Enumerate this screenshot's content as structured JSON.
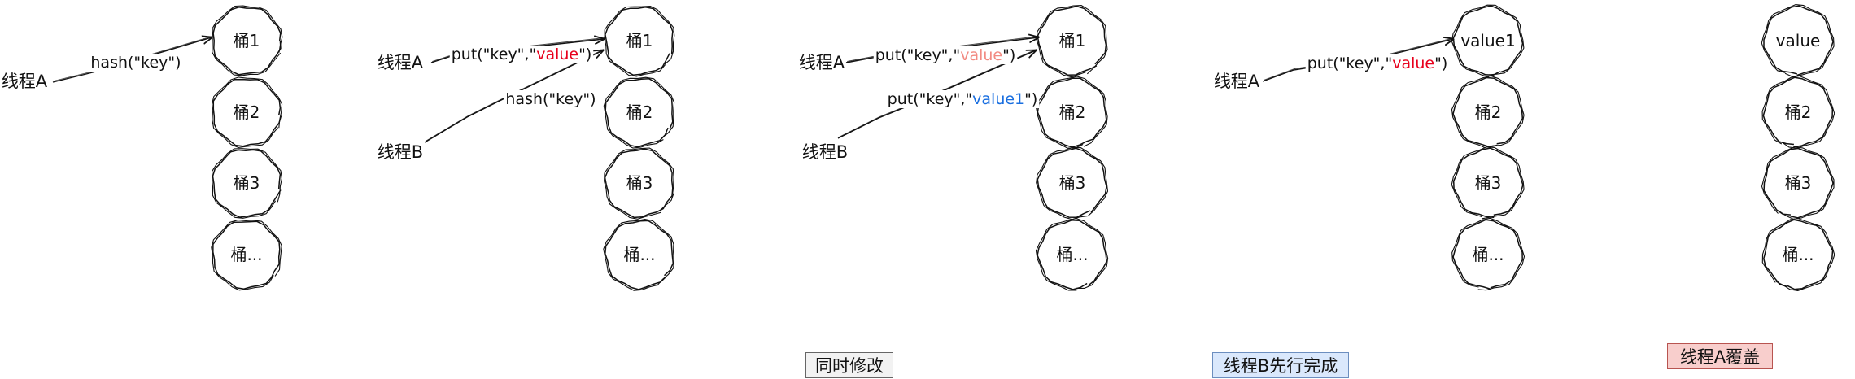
{
  "colors": {
    "red": "#e8001c",
    "pink": "#f28b82",
    "blue": "#1a6fe0",
    "caption_gray_bg": "#f2f2f2",
    "caption_blue_bg": "#dae8fc",
    "caption_red_bg": "#f8cecc"
  },
  "panels": [
    {
      "buckets": [
        {
          "label": "桶1"
        },
        {
          "label": "桶2"
        },
        {
          "label": "桶3"
        },
        {
          "label": "桶..."
        }
      ],
      "threads": [
        {
          "label": "线程A"
        }
      ],
      "ops": [
        {
          "parts": [
            {
              "text": "hash(\"key\")",
              "color": "#111111"
            }
          ]
        }
      ]
    },
    {
      "buckets": [
        {
          "label": "桶1"
        },
        {
          "label": "桶2"
        },
        {
          "label": "桶3"
        },
        {
          "label": "桶..."
        }
      ],
      "threads": [
        {
          "label": "线程A"
        },
        {
          "label": "线程B"
        }
      ],
      "ops": [
        {
          "parts": [
            {
              "text": "put(\"key\",\"",
              "color": "#111111"
            },
            {
              "text": "value",
              "color": "#e8001c"
            },
            {
              "text": "\")",
              "color": "#111111"
            }
          ]
        },
        {
          "parts": [
            {
              "text": "hash(\"key\")",
              "color": "#111111"
            }
          ]
        }
      ]
    },
    {
      "buckets": [
        {
          "label": "桶1"
        },
        {
          "label": "桶2"
        },
        {
          "label": "桶3"
        },
        {
          "label": "桶..."
        }
      ],
      "threads": [
        {
          "label": "线程A"
        },
        {
          "label": "线程B"
        }
      ],
      "ops": [
        {
          "parts": [
            {
              "text": "put(\"key\",\"",
              "color": "#111111"
            },
            {
              "text": "value",
              "color": "#f28b82"
            },
            {
              "text": "\")",
              "color": "#111111"
            }
          ]
        },
        {
          "parts": [
            {
              "text": "put(\"key\",\"",
              "color": "#111111"
            },
            {
              "text": "value1",
              "color": "#1a6fe0"
            },
            {
              "text": "\")",
              "color": "#111111"
            }
          ]
        }
      ],
      "caption": "同时修改"
    },
    {
      "buckets": [
        {
          "label": "value1",
          "color": "#1a6fe0"
        },
        {
          "label": "桶2"
        },
        {
          "label": "桶3"
        },
        {
          "label": "桶..."
        }
      ],
      "threads": [
        {
          "label": "线程A"
        }
      ],
      "ops": [
        {
          "parts": [
            {
              "text": "put(\"key\",\"",
              "color": "#111111"
            },
            {
              "text": "value",
              "color": "#e8001c"
            },
            {
              "text": "\")",
              "color": "#111111"
            }
          ]
        }
      ],
      "caption": "线程B先行完成"
    },
    {
      "buckets": [
        {
          "label": "value",
          "color": "#e8001c"
        },
        {
          "label": "桶2"
        },
        {
          "label": "桶3"
        },
        {
          "label": "桶..."
        }
      ],
      "threads": [],
      "ops": [],
      "caption": "线程A覆盖"
    }
  ]
}
